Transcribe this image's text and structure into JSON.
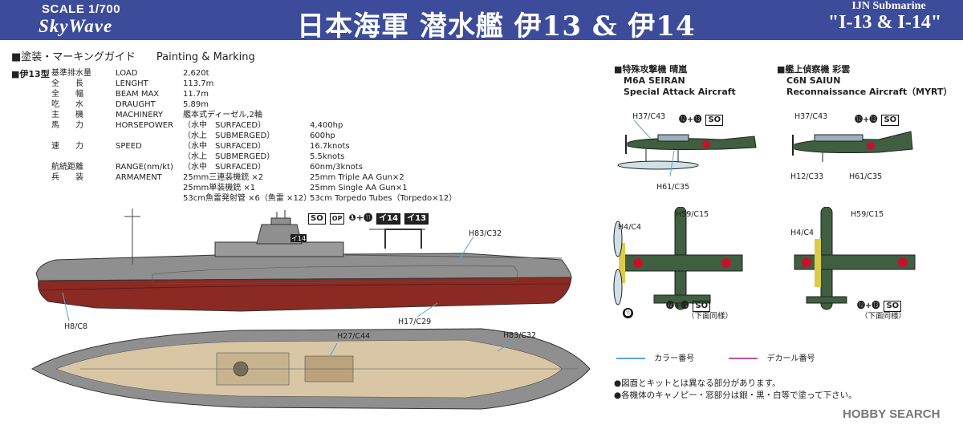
{
  "header": {
    "scale": "SCALE 1/700",
    "brand": "SkyWave",
    "title_jp": "日本海軍 潜水艦 伊13 & 伊14",
    "title_en_line1": "IJN Submarine",
    "title_en_line2": "\"I-13 & I-14\""
  },
  "section": {
    "title_jp": "■塗装・マーキングガイド",
    "title_en": "Painting & Marking",
    "type_label": "■伊13型"
  },
  "specs": [
    {
      "jp": "基準排水量",
      "en": "LOAD",
      "value": "2,620t"
    },
    {
      "jp": "全　　長",
      "en": "LENGHT",
      "value": "113.7m"
    },
    {
      "jp": "全　　幅",
      "en": "BEAM MAX",
      "value": "11.7m"
    },
    {
      "jp": "吃　　水",
      "en": "DRAUGHT",
      "value": "5.89m"
    },
    {
      "jp": "主　　機",
      "en": "MACHINERY",
      "value": "艦本式ディーゼル,2軸"
    },
    {
      "jp": "馬　　力",
      "en": "HORSEPOWER",
      "value": "（水中　SURFACED）",
      "value2": "4,400hp"
    },
    {
      "jp": "",
      "en": "",
      "value": "（水上　SUBMERGED）",
      "value2": "600hp"
    },
    {
      "jp": "速　　力",
      "en": "SPEED",
      "value": "（水中　SURFACED）",
      "value2": "16.7knots"
    },
    {
      "jp": "",
      "en": "",
      "value": "（水上　SUBMERGED）",
      "value2": "5.5knots"
    },
    {
      "jp": "航続距離",
      "en": "RANGE(nm/kt)",
      "value": "（水中　SURFACED）",
      "value2": "60nm/3knots"
    },
    {
      "jp": "兵　　装",
      "en": "ARMAMENT",
      "value": "25mm三連装機銃 ×2",
      "value2": "25mm Triple AA Gun×2"
    },
    {
      "jp": "",
      "en": "",
      "value": "25mm単装機銃 ×1",
      "value2": "25mm Single AA Gun×1"
    },
    {
      "jp": "",
      "en": "",
      "value": "53cm魚雷発射管 ×6（魚雷 ×12）",
      "value2": "53cm Torpedo Tubes（Torpedo×12）"
    }
  ],
  "decal_row": {
    "so": "SO",
    "op": "OP",
    "range": "❶+⓫",
    "i14": "イ14",
    "i13": "イ13",
    "tower_mark": "イ14"
  },
  "sub_callouts": {
    "side_h83": "H83/C32",
    "side_h8": "H8/C8",
    "side_h17": "H17/C29",
    "top_h27": "H27/C44",
    "top_h83": "H83/C32"
  },
  "seiran": {
    "title_jp": "■特殊攻撃機 晴嵐",
    "title_en1": "M6A SEIRAN",
    "title_en2": "Special Attack Aircraft",
    "side_h37": "H37/C43",
    "side_h61": "H61/C35",
    "side_decal": "⓬+⓭",
    "side_so": "SO",
    "top_h4": "H4/C4",
    "top_h59": "H59/C15",
    "top_decal15": "⓯",
    "top_decal": "⓬+⓭",
    "top_so": "SO",
    "note": "（下面同様）"
  },
  "saiun": {
    "title_jp": "■艦上偵察機 彩雲",
    "title_en1": "C6N SAIUN",
    "title_en2": "Reconnaissance Aircraft（MYRT）",
    "side_h37": "H37/C43",
    "side_h12": "H12/C33",
    "side_h61": "H61/C35",
    "side_decal": "⓬+⓭",
    "side_so": "SO",
    "top_h4": "H4/C4",
    "top_h59": "H59/C15",
    "top_decal": "⓬+⓭",
    "top_so": "SO",
    "note": "（下面同様）"
  },
  "legend": {
    "color": "カラー番号",
    "decal": "デカール番号",
    "color_line": "#5aa7d6",
    "decal_line": "#c0569a"
  },
  "notes": [
    "●図面とキットとは異なる部分があります。",
    "●各機体のキャノピー・窓部分は銀・黒・白等で塗って下さい。"
  ],
  "watermark": "HOBBY SEARCH",
  "colors": {
    "header": "#3c4c9b",
    "hull_gray": "#8f8f8f",
    "hull_red": "#8a2a22",
    "deck": "#d8c6a4",
    "aircraft_green": "#3f5f40",
    "hinomaru": "#c8102e"
  }
}
